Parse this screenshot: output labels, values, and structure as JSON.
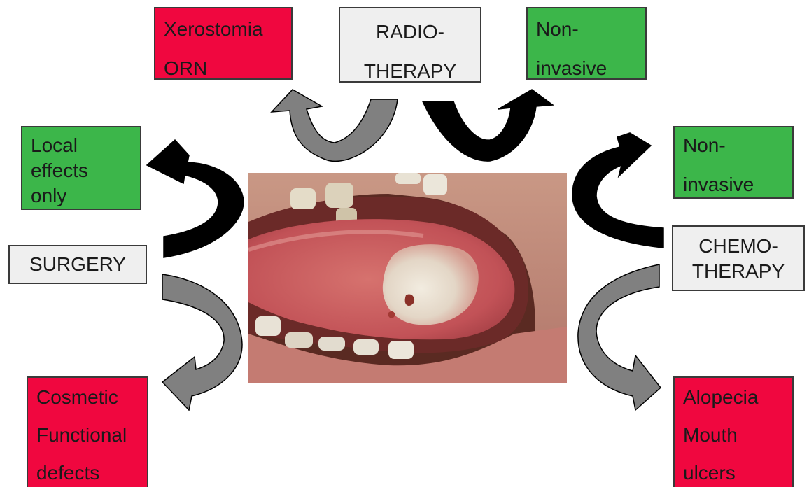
{
  "center_image": {
    "icon": "tongue-lesion-photo"
  },
  "treatments": {
    "radiotherapy": {
      "label_lines": [
        "RADIO-",
        "THERAPY"
      ],
      "adverse": [
        "Xerostomia",
        "ORN"
      ],
      "benefit": [
        "Non-",
        "invasive"
      ]
    },
    "surgery": {
      "label_lines": [
        "SURGERY"
      ],
      "benefit": [
        "Local",
        "effects",
        "only"
      ],
      "adverse": [
        "Cosmetic",
        "Functional",
        "defects"
      ]
    },
    "chemotherapy": {
      "label_lines": [
        "CHEMO-",
        "THERAPY"
      ],
      "benefit": [
        "Non-",
        "invasive"
      ],
      "adverse": [
        "Alopecia",
        "Mouth",
        "ulcers"
      ]
    }
  },
  "colors": {
    "benefit_box": "#3cb64a",
    "adverse_box": "#f0073f",
    "treatment_box": "#efefef",
    "benefit_arrow": "#000000",
    "adverse_arrow": "#808080"
  }
}
